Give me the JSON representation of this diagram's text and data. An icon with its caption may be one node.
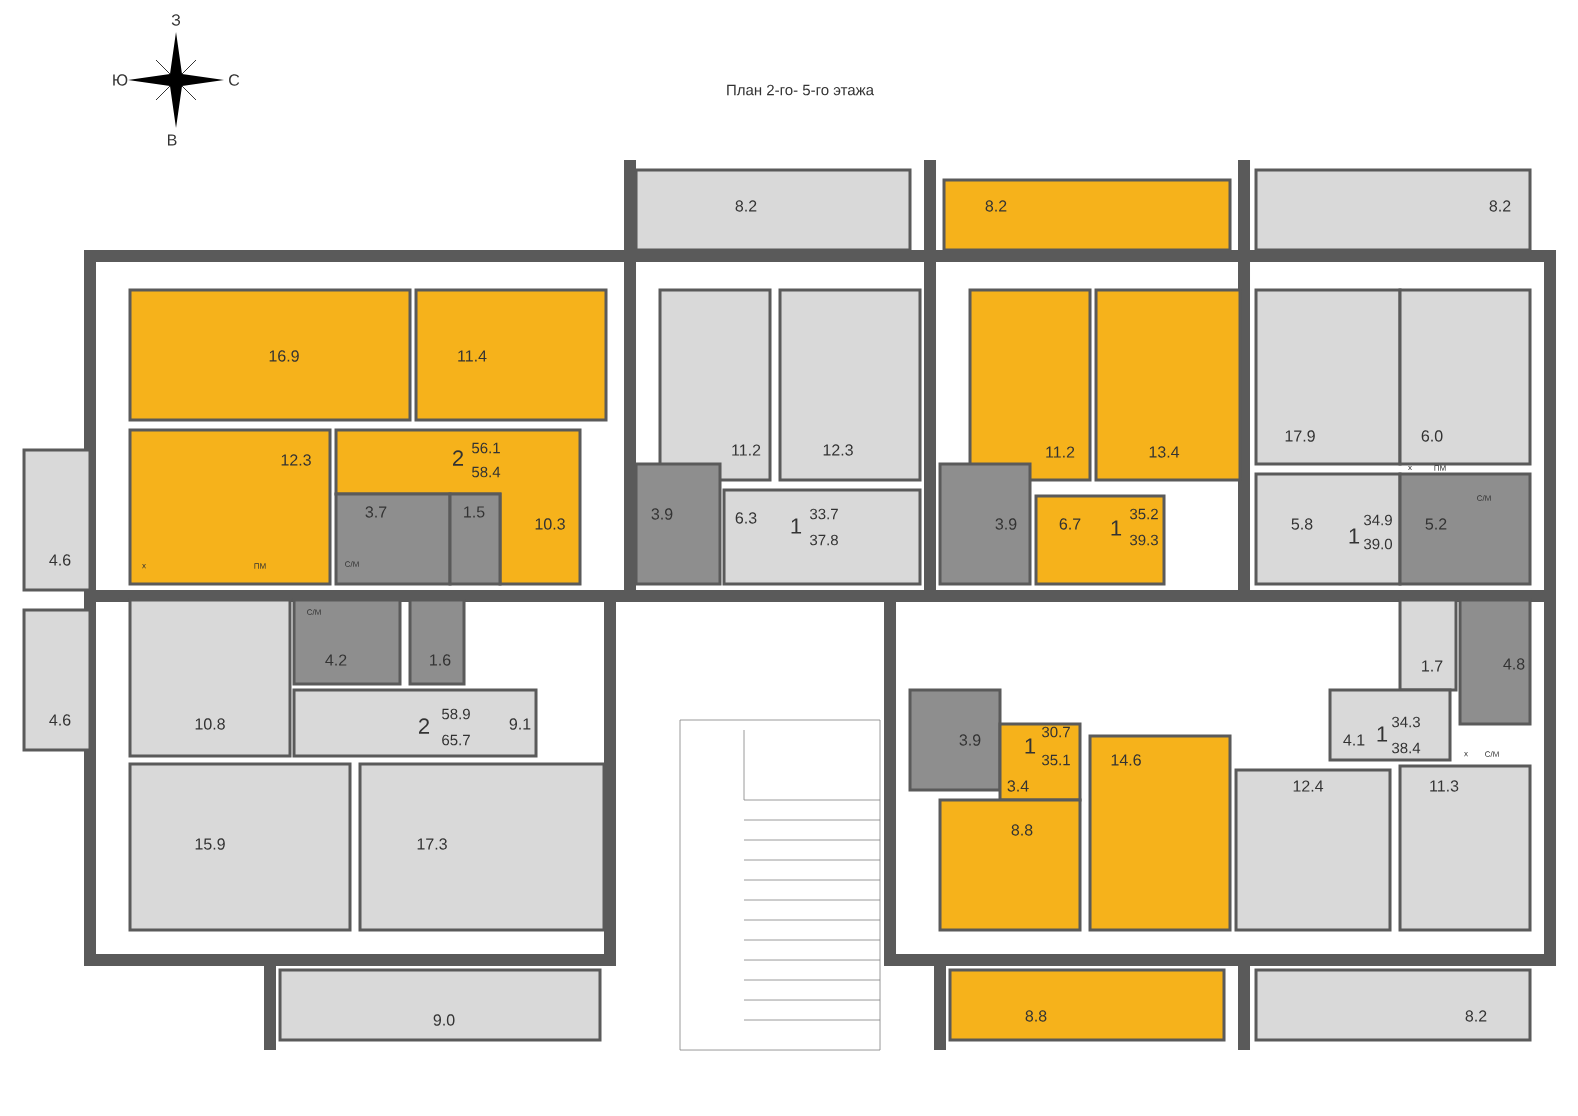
{
  "diagram": {
    "title": "План 2-го- 5-го этажа",
    "nodes": [
      {
        "text": [
          "8.2"
        ]
      },
      {
        "text": [
          "8.2"
        ]
      },
      {
        "text": [
          "8.2"
        ]
      },
      {
        "text": [
          "16.9"
        ]
      },
      {
        "text": [
          "11.4"
        ]
      },
      {
        "text": [
          "11.2"
        ]
      },
      {
        "text": [
          "12.3"
        ]
      },
      {
        "text": [
          "11.2"
        ]
      },
      {
        "text": [
          "13.4"
        ]
      },
      {
        "text": [
          "17.9"
        ]
      },
      {
        "text": [
          "6.0"
        ]
      },
      {
        "text": [
          "4.6"
        ]
      },
      {
        "text": [
          "12.3"
        ]
      },
      {
        "text": [
          "10.3"
        ]
      },
      {
        "text": [
          "3.7"
        ]
      },
      {
        "text": [
          "1.5"
        ]
      },
      {
        "text": [
          "3.9"
        ]
      },
      {
        "text": [
          "6.3"
        ]
      },
      {
        "text": [
          "3.9"
        ]
      },
      {
        "text": [
          "6.7"
        ]
      },
      {
        "text": [
          "5.8"
        ]
      },
      {
        "text": [
          "5.2"
        ]
      },
      {
        "text": [
          "4.6"
        ]
      },
      {
        "text": [
          "10.8"
        ]
      },
      {
        "text": [
          "4.2"
        ]
      },
      {
        "text": [
          "1.6"
        ]
      },
      {
        "text": [
          "1.7"
        ]
      },
      {
        "text": [
          "4.8"
        ]
      },
      {
        "text": [
          "9.1"
        ]
      },
      {
        "text": [
          "3.9"
        ]
      },
      {
        "text": [
          "3.4"
        ]
      },
      {
        "text": [
          "4.1"
        ]
      },
      {
        "text": [
          "14.6"
        ]
      },
      {
        "text": [
          "12.4"
        ]
      },
      {
        "text": [
          "11.3"
        ]
      },
      {
        "text": [
          "15.9"
        ]
      },
      {
        "text": [
          "17.3"
        ]
      },
      {
        "text": [
          "8.8"
        ]
      },
      {
        "text": [
          "9.0"
        ]
      },
      {
        "text": [
          "8.8"
        ]
      },
      {
        "text": [
          "8.2"
        ]
      }
    ],
    "labels": [
      "З",
      "Ю",
      "С",
      "В",
      "2",
      "56.1",
      "58.4",
      "1",
      "33.7",
      "37.8",
      "1",
      "35.2",
      "39.3",
      "1",
      "34.9",
      "39.0",
      "2",
      "58.9",
      "65.7",
      "1",
      "30.7",
      "35.1",
      "1",
      "34.3",
      "38.4",
      "х",
      "ПМ",
      "С/М",
      "х",
      "ПМ",
      "С/М",
      "С/М",
      "х",
      "С/М"
    ]
  }
}
